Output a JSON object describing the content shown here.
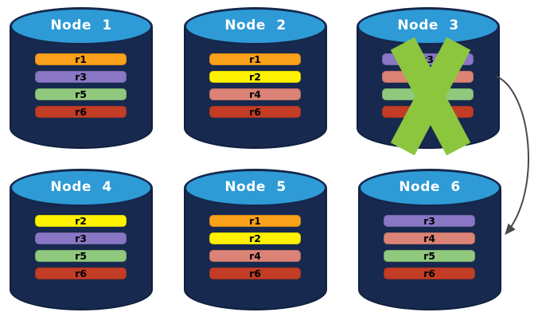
{
  "diagram": {
    "background": "#FFFFFF",
    "node_fill": "#17294E",
    "node_outline": "#0F2040",
    "node_top_fill": "#2E9BD6",
    "title_color": "#FFFFFF",
    "bar_label_color": "#000000",
    "failure_x_color": "#8CC63F",
    "arrow_color": "#4A4A4A"
  },
  "nodes": [
    {
      "title": "Node 1",
      "failed": false,
      "bars": [
        {
          "label": "r1",
          "color": "#F9A11B"
        },
        {
          "label": "r3",
          "color": "#8977C5"
        },
        {
          "label": "r5",
          "color": "#90C97E"
        },
        {
          "label": "r6",
          "color": "#C23C26"
        }
      ]
    },
    {
      "title": "Node 2",
      "failed": false,
      "bars": [
        {
          "label": "r1",
          "color": "#F9A11B"
        },
        {
          "label": "r2",
          "color": "#FFF200"
        },
        {
          "label": "r4",
          "color": "#DB8376"
        },
        {
          "label": "r6",
          "color": "#C23C26"
        }
      ]
    },
    {
      "title": "Node 3",
      "failed": true,
      "bars": [
        {
          "label": "r3",
          "color": "#8977C5"
        },
        {
          "label": "",
          "color": "#DB8376"
        },
        {
          "label": "",
          "color": "#90C97E"
        },
        {
          "label": "",
          "color": "#C23C26"
        }
      ]
    },
    {
      "title": "Node 4",
      "failed": false,
      "bars": [
        {
          "label": "r2",
          "color": "#FFF200"
        },
        {
          "label": "r3",
          "color": "#8977C5"
        },
        {
          "label": "r5",
          "color": "#90C97E"
        },
        {
          "label": "r6",
          "color": "#C23C26"
        }
      ]
    },
    {
      "title": "Node 5",
      "failed": false,
      "bars": [
        {
          "label": "r1",
          "color": "#F9A11B"
        },
        {
          "label": "r2",
          "color": "#FFF200"
        },
        {
          "label": "r4",
          "color": "#DB8376"
        },
        {
          "label": "r6",
          "color": "#C23C26"
        }
      ]
    },
    {
      "title": "Node 6",
      "failed": false,
      "bars": [
        {
          "label": "r3",
          "color": "#8977C5"
        },
        {
          "label": "r4",
          "color": "#DB8376"
        },
        {
          "label": "r5",
          "color": "#90C97E"
        },
        {
          "label": "r6",
          "color": "#C23C26"
        }
      ]
    }
  ],
  "arrow": {
    "from": "Node 3",
    "to": "Node 6",
    "color": "#4A4A4A"
  }
}
